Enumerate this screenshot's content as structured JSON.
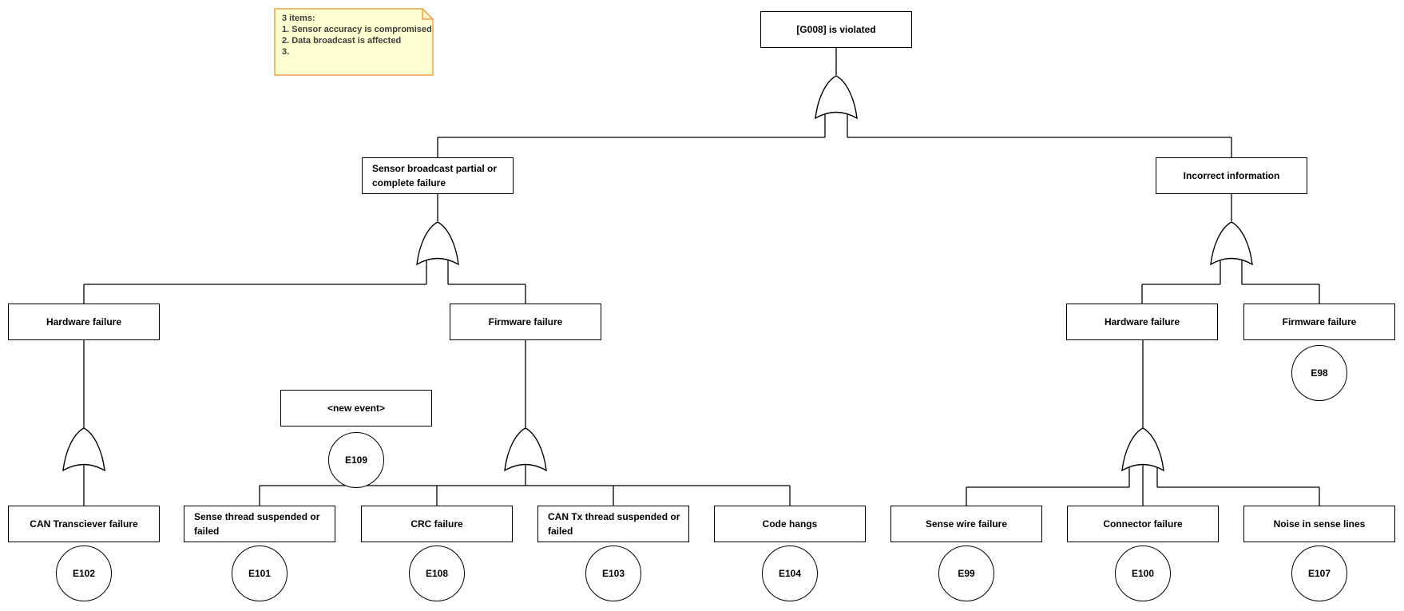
{
  "note": {
    "header": "3 items:",
    "items": [
      "1. Sensor accuracy is compromised",
      "2. Data broadcast is affected",
      "3."
    ],
    "bg_color": "#ffffd1",
    "border_color": "#f0a14b"
  },
  "nodes": {
    "g008": {
      "label": "[G008] is violated"
    },
    "sensor_broadcast": {
      "label": "Sensor broadcast partial or complete failure"
    },
    "incorrect_info": {
      "label": "Incorrect information"
    },
    "hw_left": {
      "label": "Hardware failure"
    },
    "fw_mid": {
      "label": "Firmware failure"
    },
    "hw_right": {
      "label": "Hardware failure"
    },
    "fw_right": {
      "label": "Firmware failure"
    },
    "new_event": {
      "label": "<new event>"
    },
    "can_transciever": {
      "label": "CAN Transciever failure"
    },
    "sense_thread": {
      "label": "Sense thread suspended or failed"
    },
    "crc": {
      "label": "CRC failure"
    },
    "can_tx": {
      "label": "CAN Tx thread suspended or failed"
    },
    "code_hangs": {
      "label": "Code hangs"
    },
    "sense_wire": {
      "label": "Sense wire failure"
    },
    "connector": {
      "label": "Connector failure"
    },
    "noise": {
      "label": "Noise in sense lines"
    }
  },
  "events": {
    "e98": "E98",
    "e99": "E99",
    "e100": "E100",
    "e101": "E101",
    "e102": "E102",
    "e103": "E103",
    "e104": "E104",
    "e107": "E107",
    "e108": "E108",
    "e109": "E109"
  }
}
